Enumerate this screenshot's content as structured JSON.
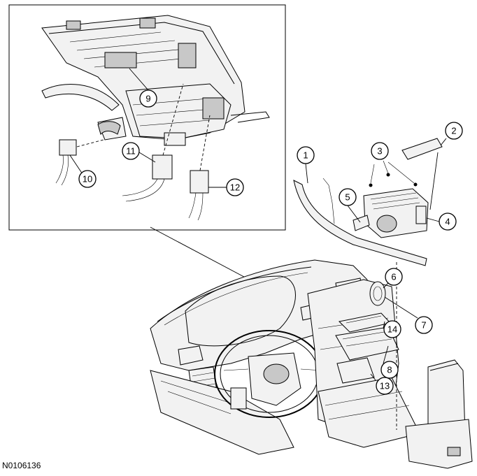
{
  "figure_id": "N0106136",
  "callouts": [
    {
      "id": "1",
      "label": "1"
    },
    {
      "id": "2",
      "label": "2"
    },
    {
      "id": "3",
      "label": "3"
    },
    {
      "id": "4",
      "label": "4"
    },
    {
      "id": "5",
      "label": "5"
    },
    {
      "id": "6",
      "label": "6"
    },
    {
      "id": "7",
      "label": "7"
    },
    {
      "id": "8",
      "label": "8"
    },
    {
      "id": "9",
      "label": "9"
    },
    {
      "id": "10",
      "label": "10"
    },
    {
      "id": "11",
      "label": "11"
    },
    {
      "id": "12",
      "label": "12"
    },
    {
      "id": "13",
      "label": "13"
    },
    {
      "id": "14",
      "label": "14"
    }
  ]
}
